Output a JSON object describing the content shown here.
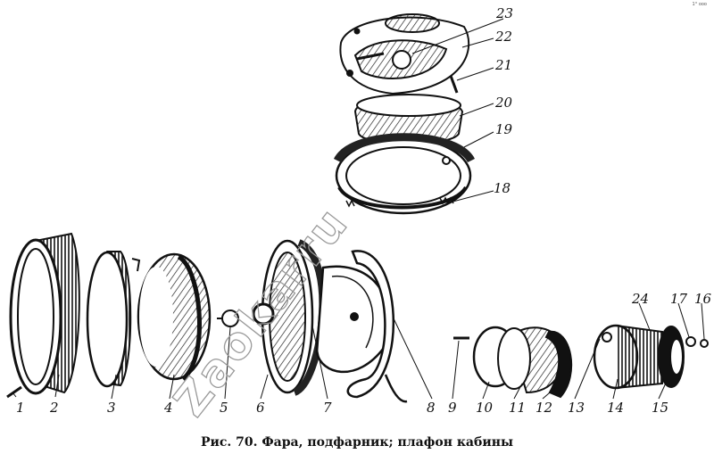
{
  "figure": {
    "caption": "Рис. 70. Фара, подфарник; плафон кабины",
    "watermark": "Zaokarru",
    "corner_mark": "1° ooo",
    "part_numbers": [
      "1",
      "2",
      "3",
      "4",
      "5",
      "6",
      "7",
      "8",
      "9",
      "10",
      "11",
      "12",
      "13",
      "14",
      "15",
      "16",
      "17",
      "18",
      "19",
      "20",
      "21",
      "22",
      "23",
      "24"
    ]
  }
}
